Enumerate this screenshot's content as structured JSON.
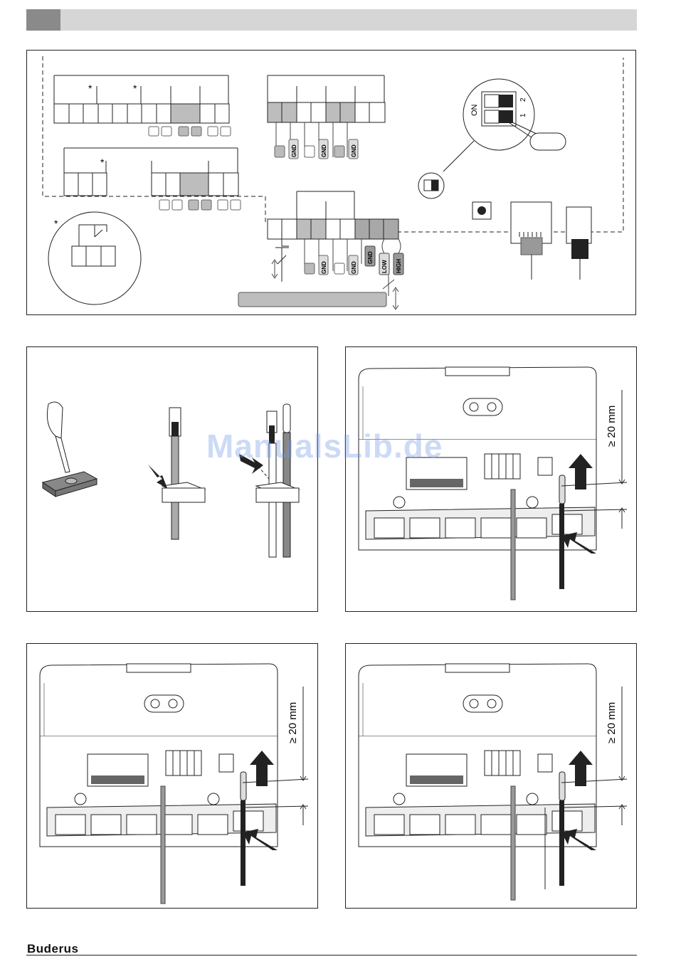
{
  "labels": {
    "on": "ON",
    "switch_1": "1",
    "switch_2": "2",
    "gnd": "GND",
    "low": "LOW",
    "high": "HIGH",
    "asterisk": "*"
  },
  "dimensions": {
    "clearance": "≥ 20 mm"
  },
  "watermark": "ManualsLib.de",
  "footer": {
    "brand": "Buderus"
  }
}
